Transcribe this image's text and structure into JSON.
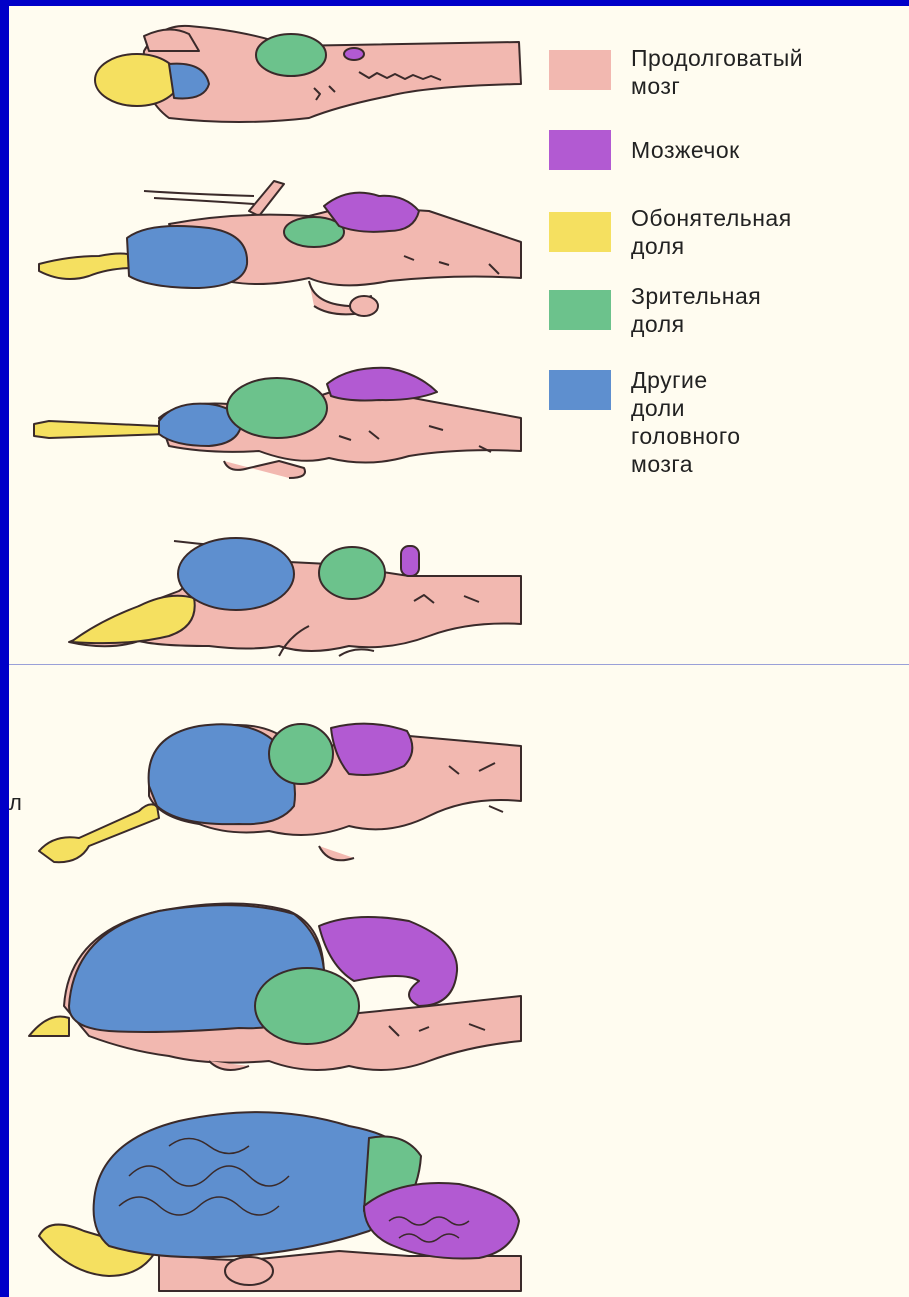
{
  "colors": {
    "background": "#fffcf0",
    "frame": "#0000c8",
    "medulla": "#f2b8b0",
    "cerebellum": "#b25ad2",
    "olfactory": "#f5e060",
    "optic": "#6cc28c",
    "other": "#5e8fcf",
    "outline": "#3a2a2a"
  },
  "legend": [
    {
      "label": "Продолговатый\nмозг",
      "color": "#f2b8b0"
    },
    {
      "label": "Мозжечок",
      "color": "#b25ad2"
    },
    {
      "label": "Обонятельная\nдоля",
      "color": "#f5e060"
    },
    {
      "label": "Зрительная\nдоля",
      "color": "#6cc28c"
    },
    {
      "label": "Другие доли\nголовного мозга",
      "color": "#5e8fcf"
    }
  ],
  "stray_text": "л"
}
